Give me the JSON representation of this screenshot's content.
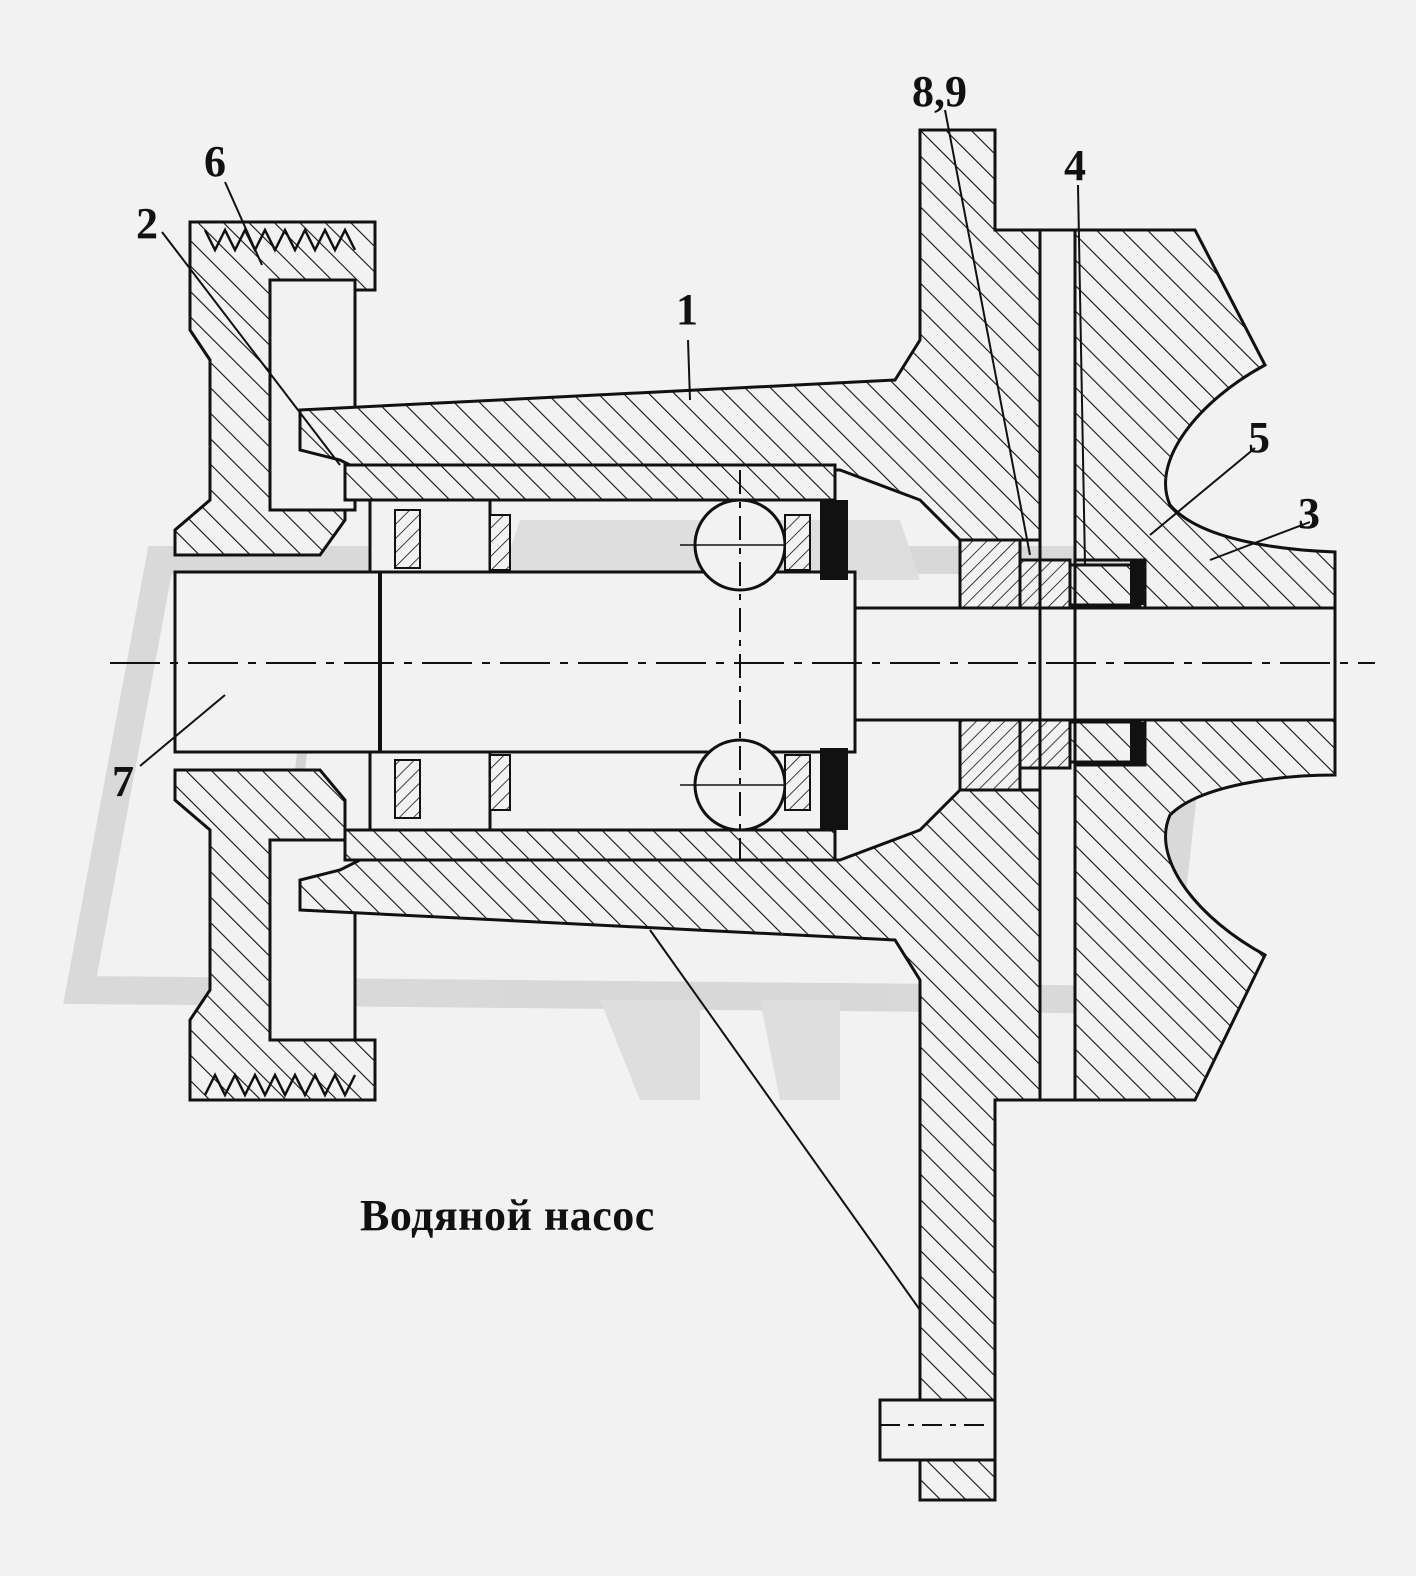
{
  "caption": "Водяной насос",
  "callouts": {
    "c1": "1",
    "c2": "2",
    "c3": "3",
    "c4": "4",
    "c5": "5",
    "c6": "6",
    "c7": "7",
    "c89": "8,9"
  },
  "watermark": {
    "text": "OPUK",
    "color": "#d8d8d8"
  },
  "colors": {
    "line": "#111111",
    "paper": "#f2f2f2"
  }
}
